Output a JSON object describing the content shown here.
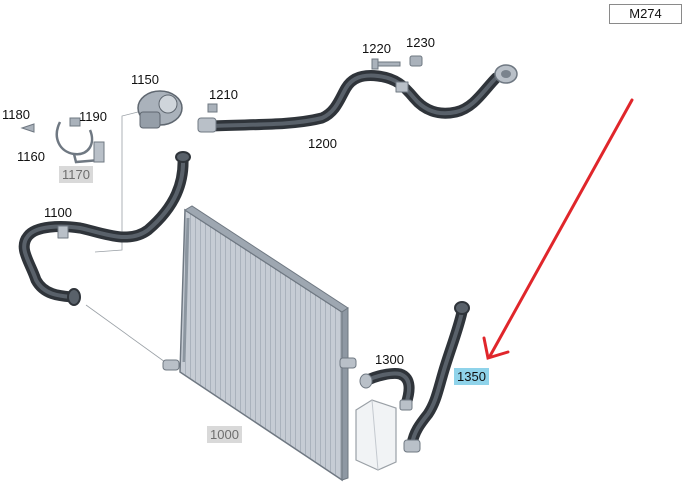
{
  "header": {
    "model_code": "M274"
  },
  "parts": {
    "p1000": "1000",
    "p1100": "1100",
    "p1150": "1150",
    "p1160": "1160",
    "p1170": "1170",
    "p1180": "1180",
    "p1190": "1190",
    "p1200": "1200",
    "p1210": "1210",
    "p1220": "1220",
    "p1230": "1230",
    "p1300": "1300",
    "p1350": "1350"
  },
  "colors": {
    "hose": "#3e444b",
    "metal": "#b9c0c8",
    "radiator_fill": "#c4cbd3",
    "highlight": "#8fd3ea",
    "arrow": "#e0262b",
    "grey_label_bg": "#d9d9d9"
  },
  "pointer_arrow": {
    "target_part": "1350",
    "icon": "red-arrow-icon"
  }
}
